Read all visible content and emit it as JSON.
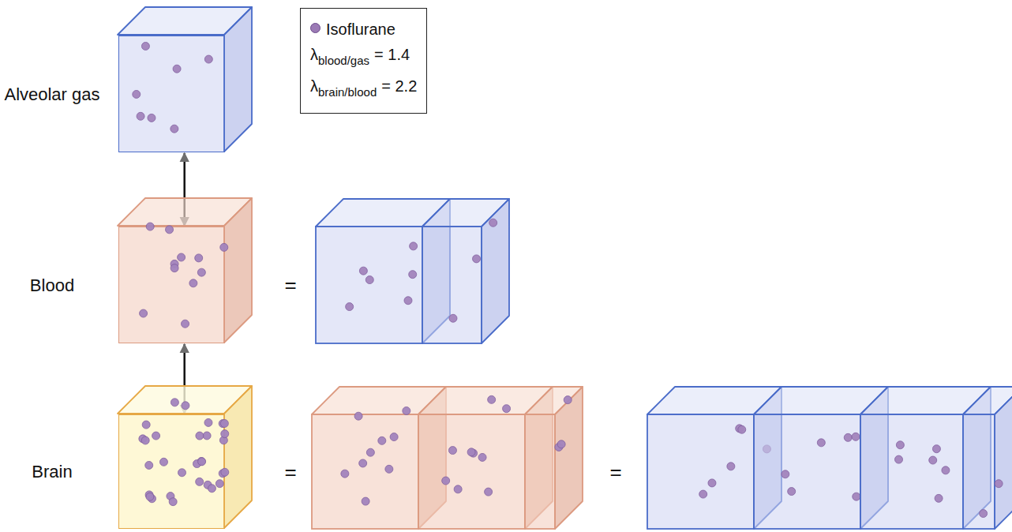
{
  "diagram": {
    "nodes": [
      {
        "text": [
          "Alveolar gas"
        ]
      },
      {
        "text": [
          "Blood"
        ]
      },
      {
        "text": [
          "Brain"
        ]
      }
    ],
    "edges": [
      {
        "from": 0,
        "to": 1,
        "arrow": "both"
      },
      {
        "from": 1,
        "to": 2,
        "arrow": "both"
      }
    ],
    "labels": [
      "λ",
      "blood/gas",
      "= 1.4",
      "λ",
      "brain/blood",
      "= 2.2",
      "=",
      "=",
      "="
    ],
    "legend": [
      {
        "text": "Isoflurane",
        "color": "#9b7ab5"
      }
    ]
  }
}
